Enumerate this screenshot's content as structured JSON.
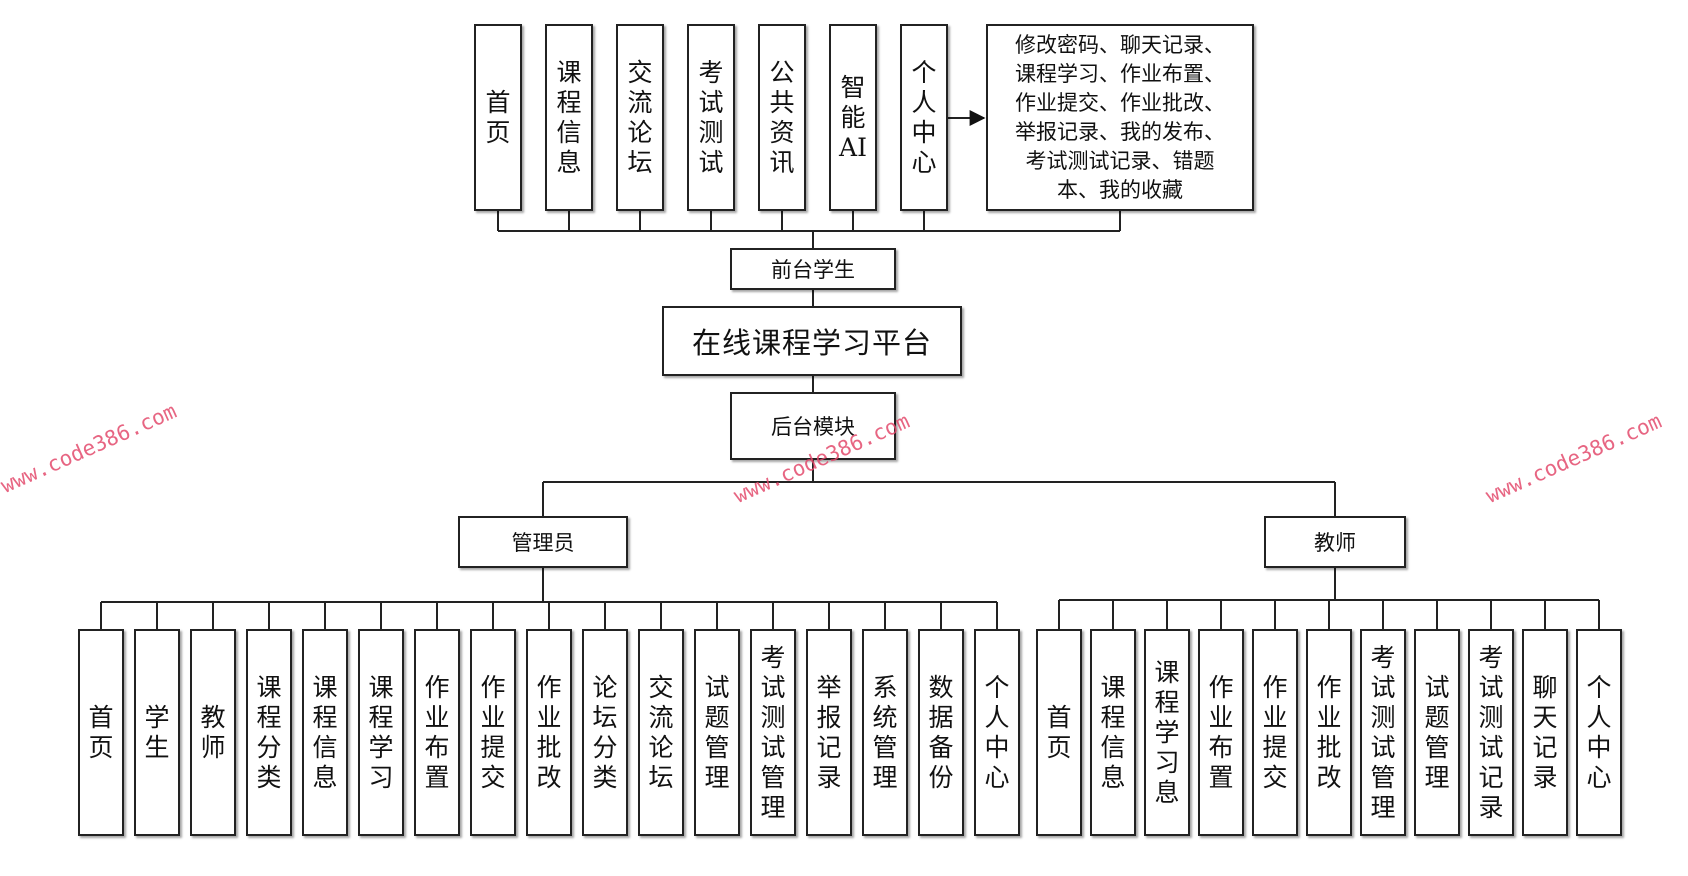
{
  "title": "在线课程学习平台",
  "front": {
    "label": "前台学生",
    "items": [
      "首页",
      "课程信息",
      "交流论坛",
      "考试测试",
      "公共资讯",
      "智能AI",
      "个人中心"
    ],
    "note": "修改密码、聊天记录、\n课程学习、作业布置、\n作业提交、作业批改、\n举报记录、我的发布、\n考试测试记录、错题\n本、我的收藏"
  },
  "back": {
    "label": "后台模块",
    "admin": {
      "label": "管理员",
      "items": [
        "首页",
        "学生",
        "教师",
        "课程分类",
        "课程信息",
        "课程学习",
        "作业布置",
        "作业提交",
        "作业批改",
        "论坛分类",
        "交流论坛",
        "试题管理",
        "考试测试管理",
        "举报记录",
        "系统管理",
        "数据备份",
        "个人中心"
      ]
    },
    "teacher": {
      "label": "教师",
      "items": [
        "首页",
        "课程信息",
        "课程学习息",
        "作业布置",
        "作业提交",
        "作业批改",
        "考试测试管理",
        "试题管理",
        "考试测试记录",
        "聊天记录",
        "个人中心"
      ]
    }
  },
  "watermark": "www.code386.com"
}
